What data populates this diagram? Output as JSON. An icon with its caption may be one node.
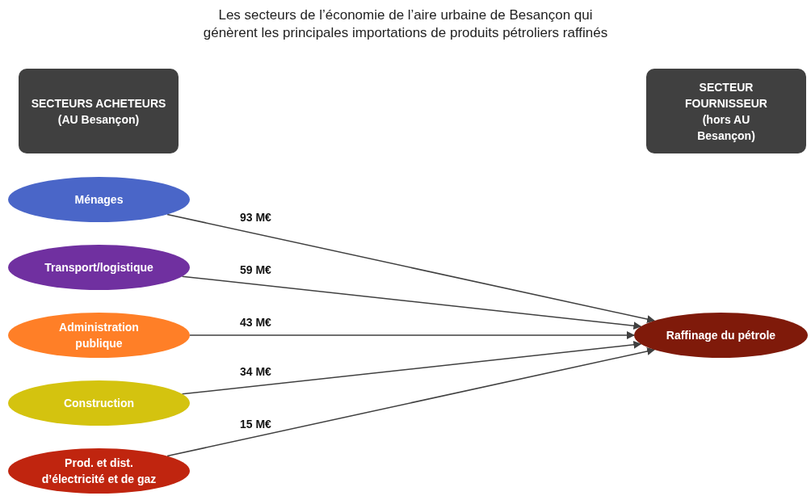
{
  "diagram": {
    "title": "Les secteurs de l’économie de l’aire urbaine de Besançon qui génèrent les principales importations de produits pétroliers raffinés",
    "nodes": [
      {
        "text": [
          "SECTEURS ACHETEURS (AU Besançon)"
        ]
      },
      {
        "text": [
          "SECTEUR FOURNISSEUR (hors AU Besançon)"
        ]
      },
      {
        "text": [
          "Ménages"
        ]
      },
      {
        "text": [
          "Transport/logistique"
        ]
      },
      {
        "text": [
          "Administration publique"
        ]
      },
      {
        "text": [
          "Construction"
        ]
      },
      {
        "text": [
          "Prod. et dist. d’électricité et de gaz"
        ]
      },
      {
        "text": [
          "Raffinage du pétrole"
        ]
      }
    ],
    "edges": [
      {
        "from": 2,
        "to": 7,
        "arrow": "to",
        "label": "93 M€"
      },
      {
        "from": 3,
        "to": 7,
        "arrow": "to",
        "label": "59 M€"
      },
      {
        "from": 4,
        "to": 7,
        "arrow": "to",
        "label": "43 M€"
      },
      {
        "from": 5,
        "to": 7,
        "arrow": "to",
        "label": "34 M€"
      },
      {
        "from": 6,
        "to": 7,
        "arrow": "to",
        "label": "15 M€"
      }
    ]
  }
}
